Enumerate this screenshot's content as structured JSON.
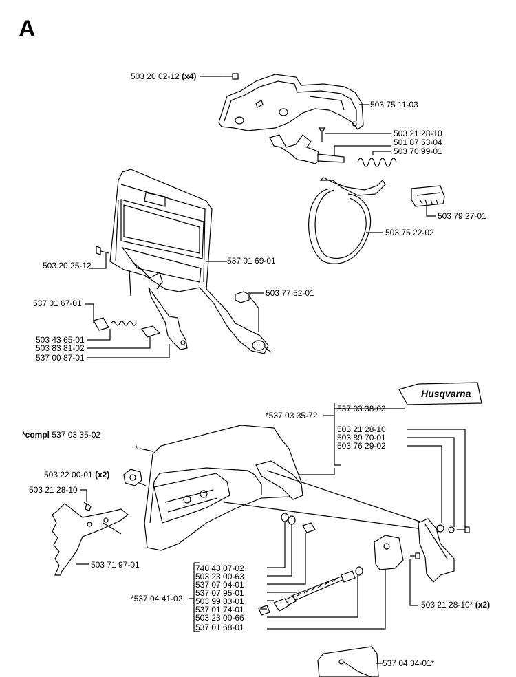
{
  "section_letter": "A",
  "brand": "Husqvarna",
  "labels": {
    "l1": "503 20 02-12",
    "l1_qty": "(x4)",
    "l2": "503 75 11-03",
    "l3": "503 21 28-10",
    "l4": "501 87 53-04",
    "l5": "503 70 99-01",
    "l6": "503 79 27-01",
    "l7": "503 75 22-02",
    "l8": "503 20 25-12",
    "l9": "537 01 69-01",
    "l10": "503 77 52-01",
    "l11": "537 01 67-01",
    "l12": "503 43 65-01",
    "l13": "503 83 81-02",
    "l14": "537 00 87-01",
    "l15": "537 03 38-03",
    "l16": "*537 03 35-72",
    "l17_prefix": "*compl",
    "l17": "537 03 35-02",
    "l18": "*",
    "l19": "503 21 28-10",
    "l20": "503 89 70-01",
    "l21": "503 76 29-02",
    "l22": "503 22 00-01",
    "l22_qty": "(x2)",
    "l23": "503 21 28-10",
    "l24": "503 71 97-01",
    "l25": "740 48 07-02",
    "l26": "503 23 00-63",
    "l27": "537 07 94-01",
    "l28": "537 07 95-01",
    "l29": "503 99 83-01",
    "l30": "537 01 74-01",
    "l31": "503 23 00-66",
    "l32": "537 01 68-01",
    "l33": "*537 04 41-02",
    "l34": "503 21 28-10*",
    "l34_qty": "(x2)",
    "l35": "537 04 34-01*"
  }
}
